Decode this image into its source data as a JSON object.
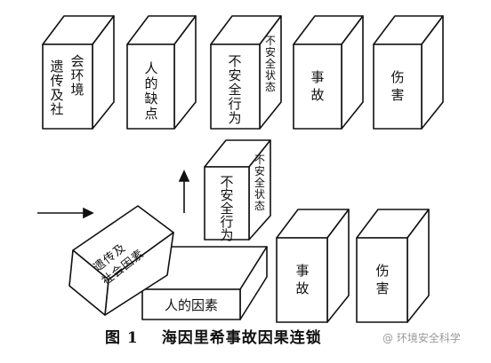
{
  "top_row": {
    "block1_col1": "遗传及社",
    "block1_col2": "会环境",
    "block2": "人的缺点",
    "block3_front": "不安全行为",
    "block3_side": "不安全状态",
    "block4": "事故",
    "block5": "伤害"
  },
  "bottom_row": {
    "fallen_col1": "遗传及",
    "fallen_col2": "社会因素",
    "lying": "人的因素",
    "lifted_front": "不安全行为",
    "lifted_side": "不安全状态",
    "block4": "事故",
    "block5": "伤害"
  },
  "caption": {
    "label": "图 1",
    "title": "海因里希事故因果连锁"
  },
  "watermark": "@ 环境安全科学"
}
